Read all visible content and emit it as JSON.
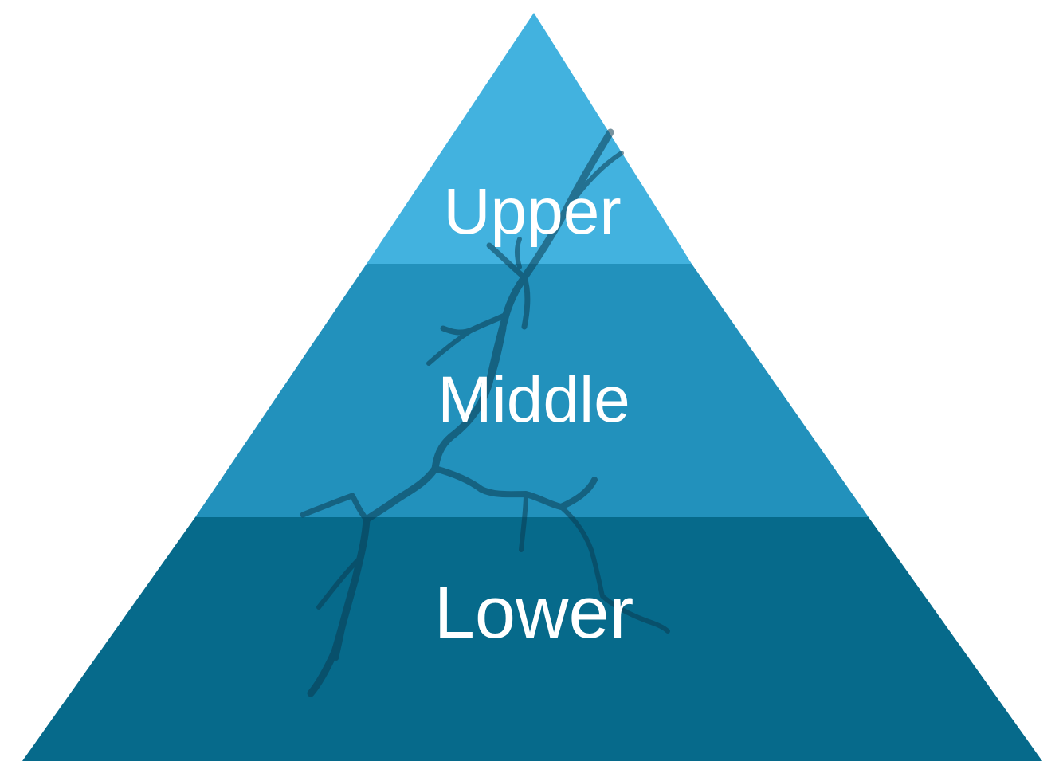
{
  "diagram": {
    "type": "pyramid",
    "tiers": [
      {
        "label": "Upper",
        "color": "#42B2DF"
      },
      {
        "label": "Middle",
        "color": "#2291BC"
      },
      {
        "label": "Lower",
        "color": "#066A8B"
      }
    ],
    "crack_color": "#0B3C52",
    "background": "#FFFFFF"
  }
}
